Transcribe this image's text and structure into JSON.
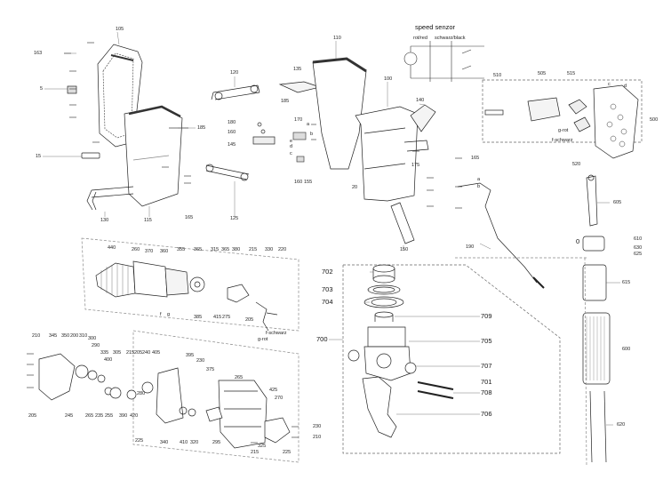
{
  "diagram": {
    "title": "speed senzor",
    "wire_labels": {
      "red": "rot/red",
      "black": "schwarz/black"
    },
    "callouts": {
      "c105": "105",
      "c163": "163",
      "c5": "5",
      "c15": "15",
      "c115": "115",
      "c130": "130",
      "c185a": "185",
      "c165a": "165",
      "c120": "120",
      "c180": "180",
      "c160a": "160",
      "c145": "145",
      "c125": "125",
      "c135": "135",
      "c185b": "185",
      "c170": "170",
      "c160b": "160",
      "c155": "155",
      "c110": "110",
      "c100": "100",
      "c20": "20",
      "c140": "140",
      "c175": "175",
      "c165b": "165",
      "c150": "150",
      "c190": "190",
      "c510": "510",
      "c505": "505",
      "c515": "515",
      "c500": "500",
      "c520": "520",
      "c605": "605",
      "c610": "610",
      "c630": "630",
      "c625": "625",
      "c615": "615",
      "c600": "600",
      "c620": "620",
      "c0": "0",
      "c440": "440",
      "c260": "260",
      "c370": "370",
      "c360": "360",
      "c355": "355",
      "c365a": "365",
      "c315": "315",
      "c365b": "365",
      "c380": "380",
      "c215a": "215",
      "c330": "330",
      "c220": "220",
      "c385": "385",
      "c415": "415",
      "c275": "275",
      "c205a": "205",
      "c210a": "210",
      "c345": "345",
      "c350": "350",
      "c200": "200",
      "c310": "310",
      "c300": "300",
      "c290": "290",
      "c335": "335",
      "c305": "305",
      "c400": "400",
      "c215b": "215",
      "c205b": "205",
      "c240": "240",
      "c405": "405",
      "c205c": "205",
      "c245": "245",
      "c265a": "265",
      "c235": "235",
      "c255": "255",
      "c390": "390",
      "c420": "420",
      "c280": "280",
      "c225a": "225",
      "c340": "340",
      "c395": "395",
      "c230a": "230",
      "c375": "375",
      "c410": "410",
      "c320": "320",
      "c265b": "265",
      "c295": "295",
      "c425": "425",
      "c270": "270",
      "c325": "325",
      "c230b": "230",
      "c210b": "210",
      "c215c": "215",
      "c225b": "225",
      "c702": "702",
      "c703": "703",
      "c704": "704",
      "c700": "700",
      "c709": "709",
      "c705": "705",
      "c707": "707",
      "c701": "701",
      "c708": "708",
      "c706": "706"
    },
    "annotations": {
      "schwarz1": "f-schwarz",
      "rot1": "g-rot",
      "f1": "f",
      "g1": "g",
      "grot2": "g-rot",
      "fschwarz2": "f-schwarz",
      "c_a": "c",
      "d_a": "d",
      "a1": "a",
      "b1": "b",
      "e1": "e",
      "d1": "d",
      "c1": "c",
      "b2": "b",
      "a2": "a"
    }
  }
}
